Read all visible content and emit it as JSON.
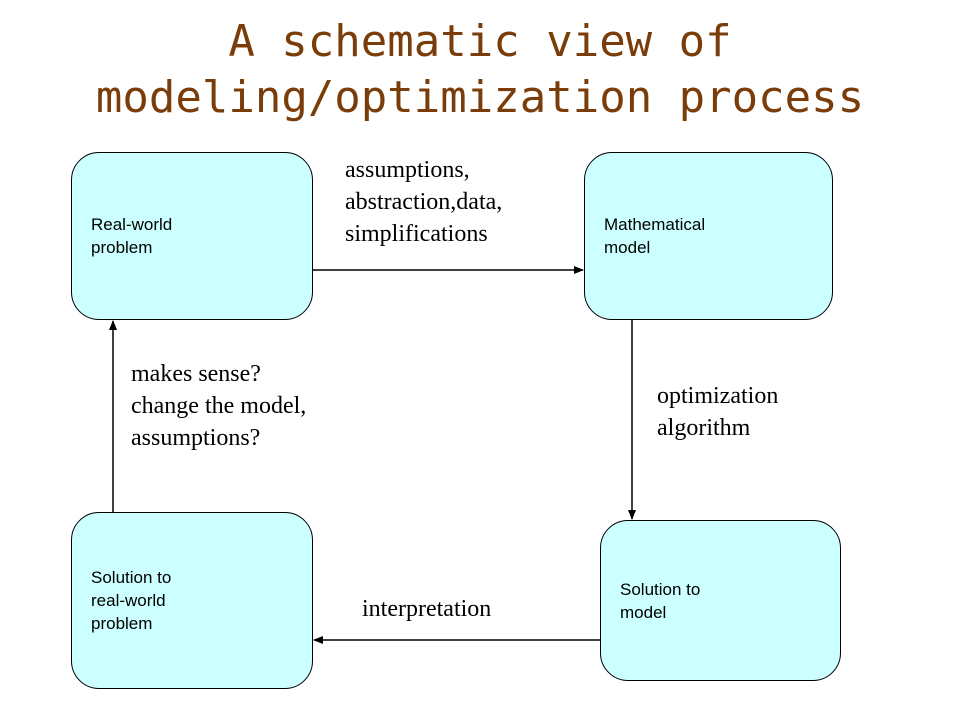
{
  "title": {
    "line1": "A schematic view of",
    "line2": "modeling/optimization process"
  },
  "nodes": {
    "real_world_problem": "Real-world\nproblem",
    "mathematical_model": "Mathematical\nmodel",
    "solution_to_model": "Solution to\nmodel",
    "solution_to_real_world": "Solution to\nreal-world\nproblem"
  },
  "edges": {
    "to_model": "assumptions,\nabstraction,data,\nsimplifications",
    "to_solution": "optimization\nalgorithm",
    "to_interpretation": "interpretation",
    "to_problem": "makes sense?\nchange the model,\nassumptions?"
  },
  "colors": {
    "title": "#7a3d0a",
    "box_fill": "#ccffff",
    "box_stroke": "#000000"
  }
}
